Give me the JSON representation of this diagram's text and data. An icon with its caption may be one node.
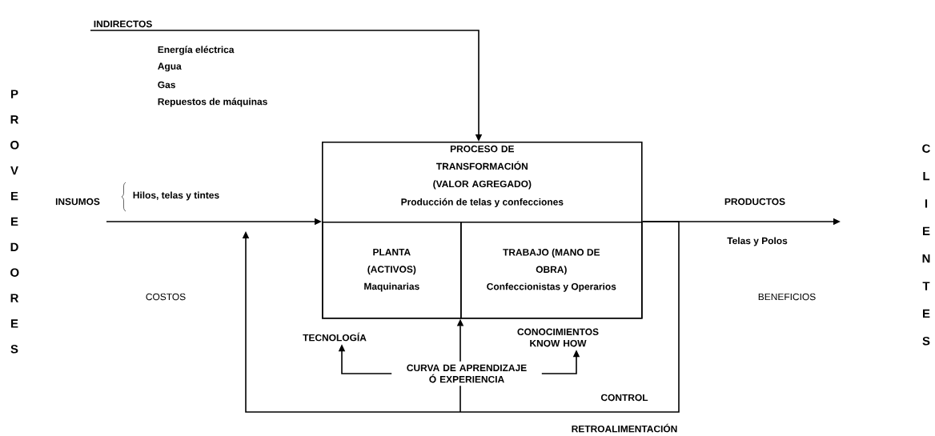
{
  "diagram": {
    "nodes": [
      {
        "text": [
          "PROVEEDORES"
        ]
      },
      {
        "text": [
          "CLIENTES"
        ]
      },
      {
        "text": [
          "INDIRECTOS"
        ]
      },
      {
        "text": [
          "PROCESO DE TRANSFORMACIÓN (VALOR AGREGADO)",
          "Producción de telas y confecciones"
        ]
      },
      {
        "text": [
          "PLANTA (ACTIVOS)",
          "Maquinarias"
        ],
        "in": 3
      },
      {
        "text": [
          "TRABAJO (MANO DE OBRA)",
          "Confeccionistas y Operarios"
        ],
        "in": 3
      },
      {
        "text": [
          "CURVA DE APRENDIZAJE Ó EXPERIENCIA"
        ]
      },
      {
        "text": [
          "TECNOLOGÍA"
        ]
      },
      {
        "text": [
          "CONOCIMIENTOS KNOW HOW"
        ]
      }
    ],
    "edges": [
      {
        "from": 2,
        "to": 3,
        "arrow": "to"
      },
      {
        "from": null,
        "to": 3,
        "arrow": "to",
        "label": "INSUMOS"
      },
      {
        "from": 3,
        "to": null,
        "arrow": "to",
        "label": "PRODUCTOS"
      },
      {
        "from": 6,
        "to": 3,
        "arrow": "to"
      },
      {
        "from": 6,
        "to": 7,
        "arrow": "to"
      },
      {
        "from": 6,
        "to": 8,
        "arrow": "to"
      },
      {
        "from": 3,
        "to": null,
        "arrow": "to",
        "label": "RETROALIMENTACIÓN"
      },
      {
        "from": 6,
        "to": null,
        "arrow": "none"
      }
    ],
    "labels": [
      "Energía eléctrica",
      "Agua",
      "Gas",
      "Repuestos de máquinas",
      "Hilos, telas y tintes",
      "Telas y Polos",
      "COSTOS",
      "BENEFICIOS",
      "CONTROL"
    ]
  }
}
